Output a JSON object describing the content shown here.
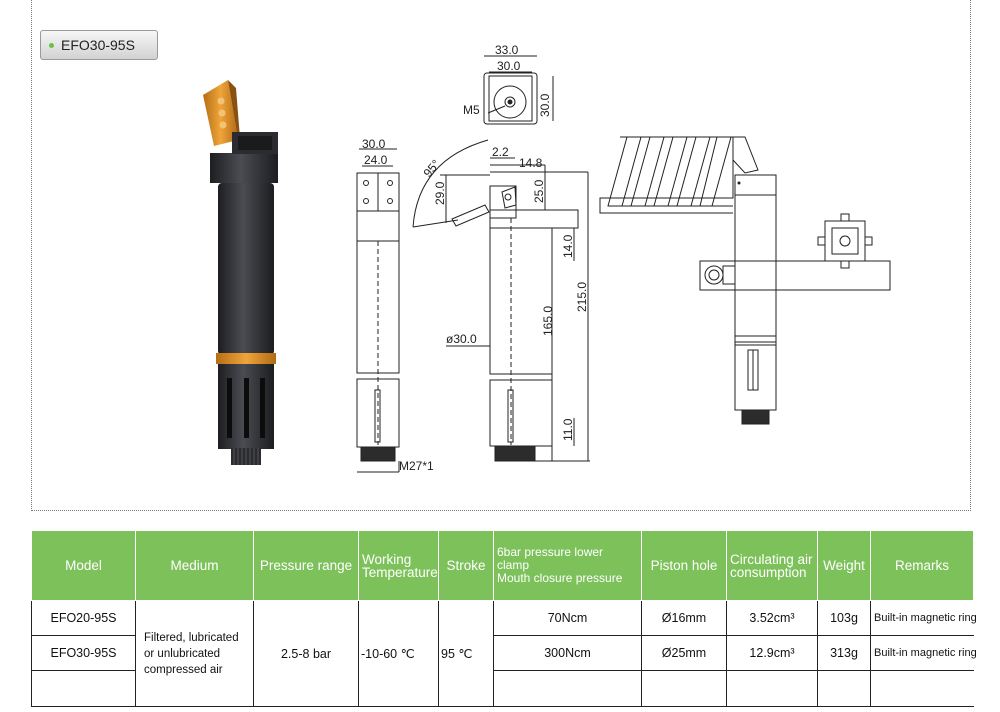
{
  "product_tag": "EFO30-95S",
  "dimensions": {
    "top_width_outer": "33.0",
    "top_width_inner": "30.0",
    "top_height": "30.0",
    "thread_m5": "M5",
    "front_width_outer": "30.0",
    "front_width_inner": "24.0",
    "angle": "95°",
    "jaw_height": "29.0",
    "offset_small": "2.2",
    "offset_jaw": "14.8",
    "height_25": "25.0",
    "height_14": "14.0",
    "height_165": "165.0",
    "height_215": "215.0",
    "diameter": "ø30.0",
    "height_11": "11.0",
    "thread_m27": "M27*1"
  },
  "table": {
    "headers": {
      "model": "Model",
      "medium": "Medium",
      "pressure_range": "Pressure range",
      "working_temperature": "Working Temperature",
      "stroke": "Stroke",
      "clamp_pressure_line1": "6bar pressure lower clamp",
      "clamp_pressure_line2": "Mouth closure pressure",
      "piston_hole": "Piston hole",
      "air_consumption": "Circulating air consumption",
      "weight": "Weight",
      "remarks": "Remarks"
    },
    "shared": {
      "medium_line1": "Filtered, lubricated",
      "medium_line2": "or unlubricated",
      "medium_line3": "compressed air",
      "pressure_range": "2.5-8 bar",
      "working_temperature": "-10-60 ℃",
      "stroke": "95 ℃"
    },
    "rows": [
      {
        "model": "EFO20-95S",
        "clamp_pressure": "70Ncm",
        "piston_hole": "Ø16mm",
        "air_consumption": "3.52cm³",
        "weight": "103g",
        "remarks": "Built-in magnetic ring"
      },
      {
        "model": "EFO30-95S",
        "clamp_pressure": "300Ncm",
        "piston_hole": "Ø25mm",
        "air_consumption": "12.9cm³",
        "weight": "313g",
        "remarks": "Built-in magnetic ring"
      }
    ]
  },
  "colors": {
    "header_green": "#7dc15b",
    "accent_orange": "#d9902a",
    "body_dark": "#2f3136"
  }
}
